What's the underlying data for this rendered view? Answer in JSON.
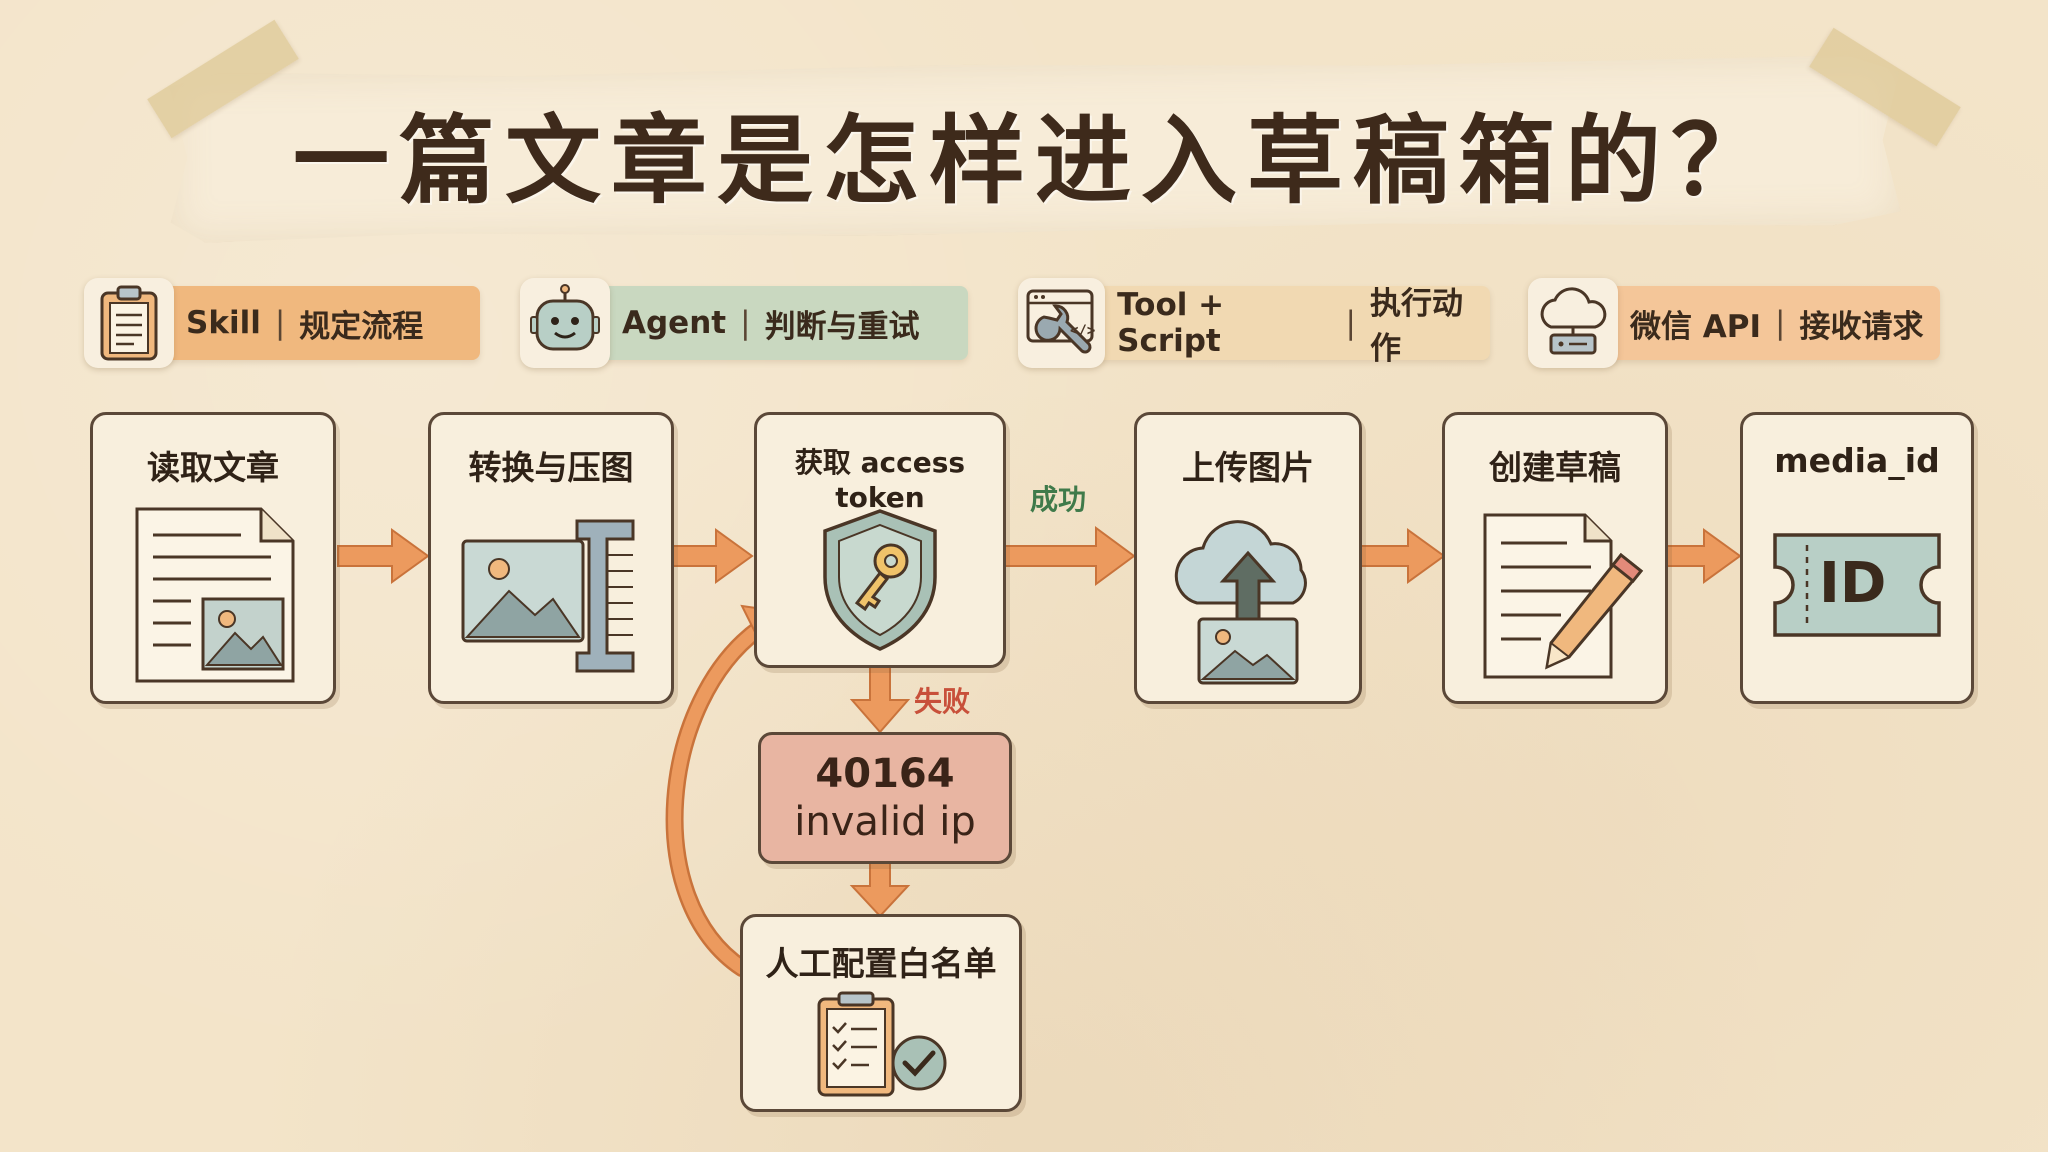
{
  "title": "一篇文章是怎样进入草稿箱的？",
  "legend": [
    {
      "name": "Skill",
      "desc": "规定流程",
      "icon": "clipboard-icon",
      "color": "#f0b87e"
    },
    {
      "name": "Agent",
      "desc": "判断与重试",
      "icon": "robot-icon",
      "color": "#c9d8c0"
    },
    {
      "name": "Tool + Script",
      "desc": "执行动作",
      "icon": "wrench-code-icon",
      "color": "#f1d9b2"
    },
    {
      "name": "微信 API",
      "desc": "接收请求",
      "icon": "cloud-server-icon",
      "color": "#f4c699"
    }
  ],
  "steps": [
    {
      "label": "读取文章",
      "icon": "document-icon"
    },
    {
      "label": "转换与压图",
      "icon": "image-compress-icon"
    },
    {
      "label": "获取 access token",
      "icon": "shield-key-icon"
    },
    {
      "label": "上传图片",
      "icon": "cloud-upload-icon"
    },
    {
      "label": "创建草稿",
      "icon": "draft-pencil-icon"
    },
    {
      "label": "media_id",
      "icon": "id-ticket-icon"
    }
  ],
  "success_label": "成功",
  "fail_label": "失败",
  "error": {
    "code": "40164",
    "message": "invalid ip"
  },
  "fix_step": {
    "label": "人工配置白名单",
    "icon": "checklist-icon"
  },
  "id_text": "ID",
  "colors": {
    "arrow": "#ec9a5e",
    "success": "#3f7a4a",
    "fail": "#c8503a",
    "error_bg": "#e8b5a2",
    "border": "#5b4838"
  }
}
